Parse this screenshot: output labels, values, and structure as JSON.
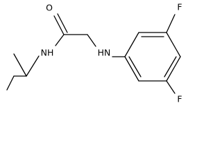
{
  "molecule": {
    "atoms": {
      "carbonyl_oxygen": "O",
      "amide_nitrogen": "NH",
      "amine_nitrogen": "HN",
      "fluorine_top": "F",
      "fluorine_bottom": "F"
    }
  }
}
